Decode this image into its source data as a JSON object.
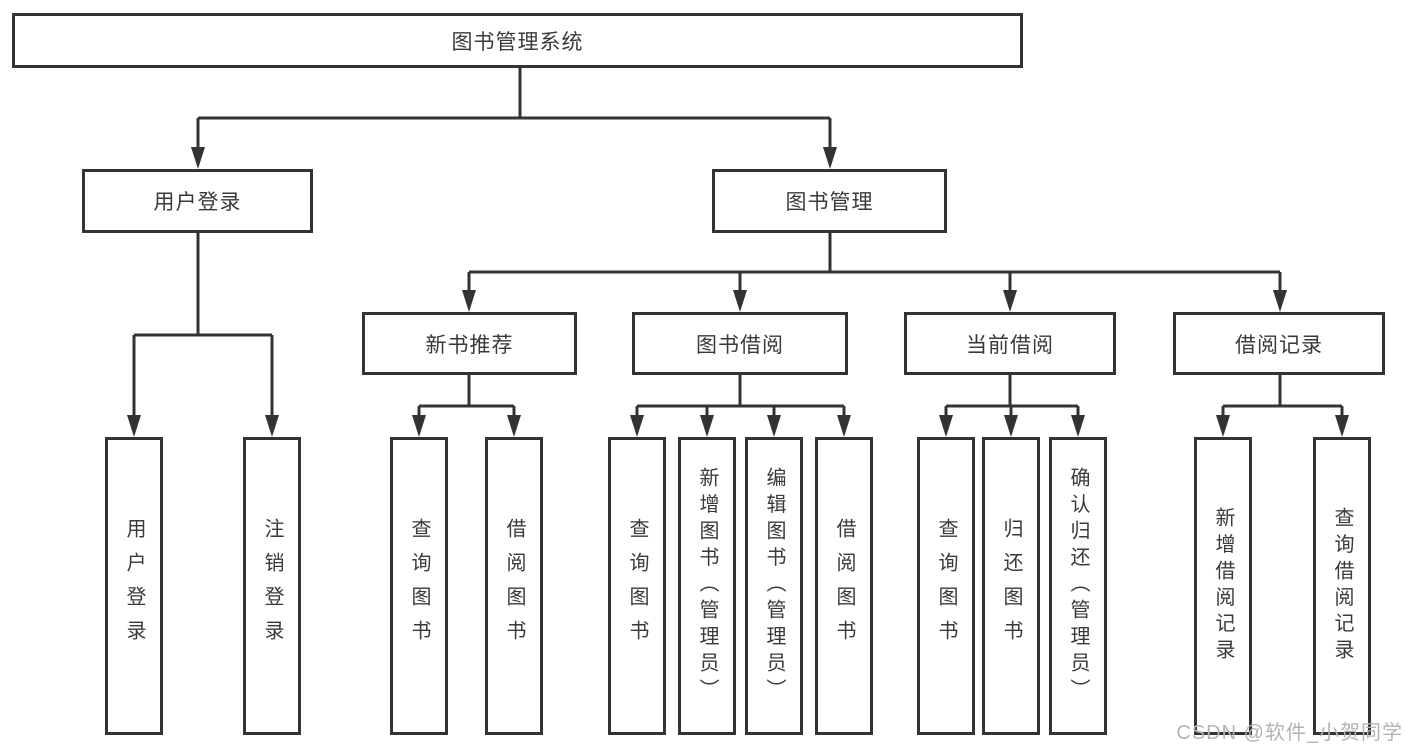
{
  "colors": {
    "line": "#333333",
    "node_text": "#3a3a3a",
    "node_fill": "#ffffff",
    "background": "#ffffff",
    "watermark": "#b3b3b3"
  },
  "tree": {
    "label": "图书管理系统",
    "children": [
      {
        "label": "用户登录",
        "children": [
          {
            "label": "用户登录"
          },
          {
            "label": "注销登录"
          }
        ]
      },
      {
        "label": "图书管理",
        "children": [
          {
            "label": "新书推荐",
            "children": [
              {
                "label": "查询图书"
              },
              {
                "label": "借阅图书"
              }
            ]
          },
          {
            "label": "图书借阅",
            "children": [
              {
                "label": "查询图书"
              },
              {
                "label": "新增图书（管理员）"
              },
              {
                "label": "编辑图书（管理员）"
              },
              {
                "label": "借阅图书"
              }
            ]
          },
          {
            "label": "当前借阅",
            "children": [
              {
                "label": "查询图书"
              },
              {
                "label": "归还图书"
              },
              {
                "label": "确认归还（管理员）"
              }
            ]
          },
          {
            "label": "借阅记录",
            "children": [
              {
                "label": "新增借阅记录"
              },
              {
                "label": "查询借阅记录"
              }
            ]
          }
        ]
      }
    ]
  },
  "watermark": {
    "text": "CSDN @软件_小贺同学"
  }
}
